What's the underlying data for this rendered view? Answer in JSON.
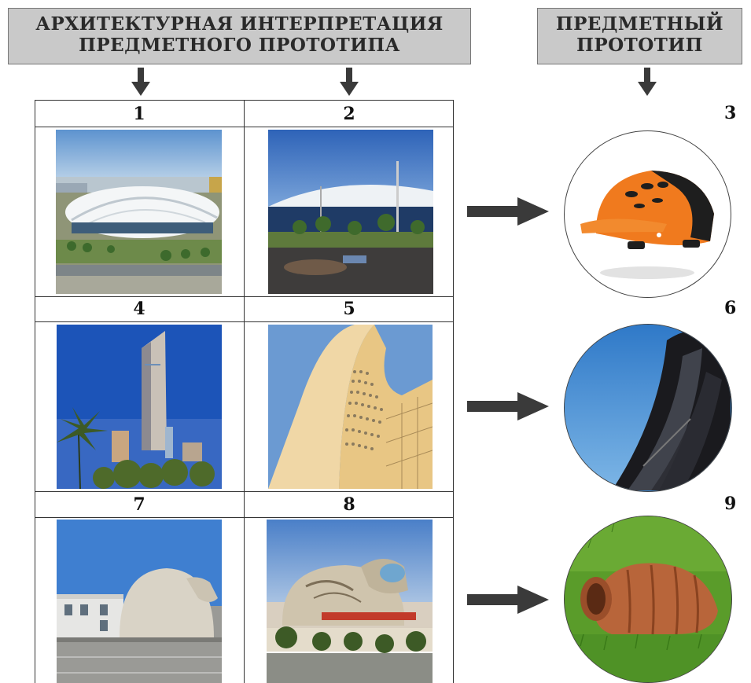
{
  "headers": {
    "left_line1": "АРХИТЕКТУРНАЯ ИНТЕРПРЕТАЦИЯ",
    "left_line2": "ПРЕДМЕТНОГО ПРОТОТИПА",
    "right_line1": "ПРЕДМЕТНЫЙ",
    "right_line2": "ПРОТОТИП"
  },
  "numbers": [
    "1",
    "2",
    "3",
    "4",
    "5",
    "6",
    "7",
    "8",
    "9"
  ],
  "colors": {
    "header_bg": "#c9c9c9",
    "arrow": "#3a3a3a",
    "sky": "#3f7fd0",
    "helmet_orange": "#f07a1e",
    "pot_clay": "#b8653a",
    "grass": "#5aa02c"
  }
}
